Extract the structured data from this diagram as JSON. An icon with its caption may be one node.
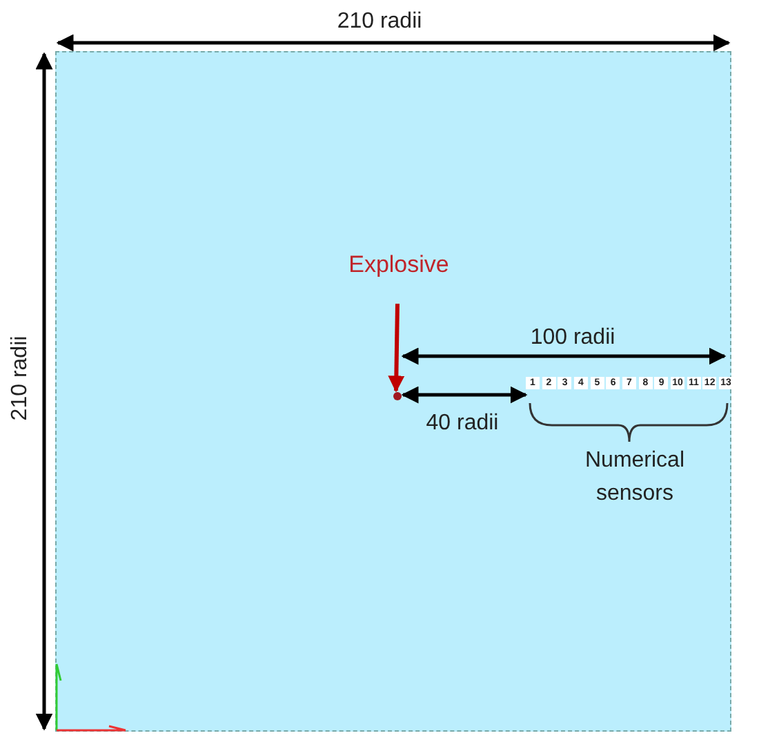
{
  "diagram": {
    "nodes": [
      {
        "text": [],
        "shape": "box"
      },
      {
        "text": [
          "Explosive"
        ],
        "in": 0
      },
      {
        "text": [],
        "shape": "circle",
        "in": 0
      }
    ],
    "edges": [
      {
        "from": 1,
        "to": 2,
        "arrow": "to",
        "color": "#c00000"
      }
    ],
    "labels": [
      "210 radii",
      "210 radii",
      "100 radii",
      "40 radii",
      "1",
      "2",
      "3",
      "4",
      "5",
      "6",
      "7",
      "8",
      "9",
      "10",
      "11",
      "12",
      "13",
      "Numerical sensors"
    ]
  }
}
